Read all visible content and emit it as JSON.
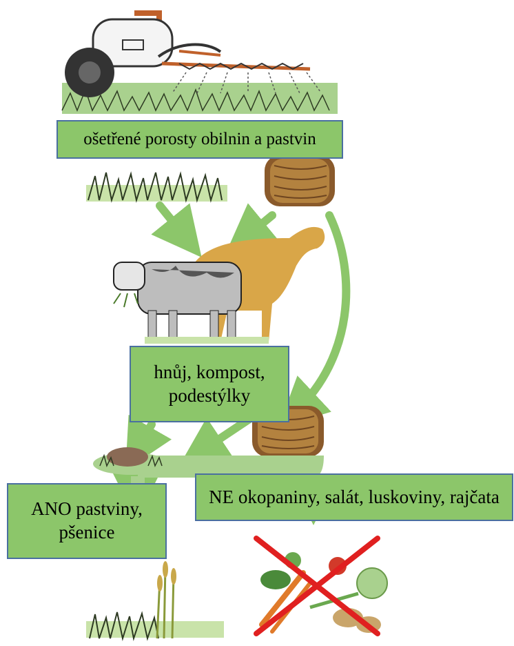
{
  "labels": {
    "treated": "ošetřené porosty obilnin a pastvin",
    "manure": "hnůj, kompost, podestýlky",
    "yes": "ANO pastviny, pšenice",
    "no": "NE okopaniny, salát, luskoviny, rajčata"
  },
  "icons": {
    "sprayer": "tractor-sprayer-icon",
    "grass": "grass-tuft-icon",
    "hay": "hay-bale-icon",
    "animals": "cow-and-horse-icon",
    "manure": "manure-pile-icon",
    "crops": "wheat-crop-icon",
    "vegetables": "vegetables-crossed-icon"
  },
  "colors": {
    "arrow": "#8cc66a",
    "box_fill": "#8cc66a",
    "box_border": "#4a6fa0",
    "cross": "#e02020"
  }
}
